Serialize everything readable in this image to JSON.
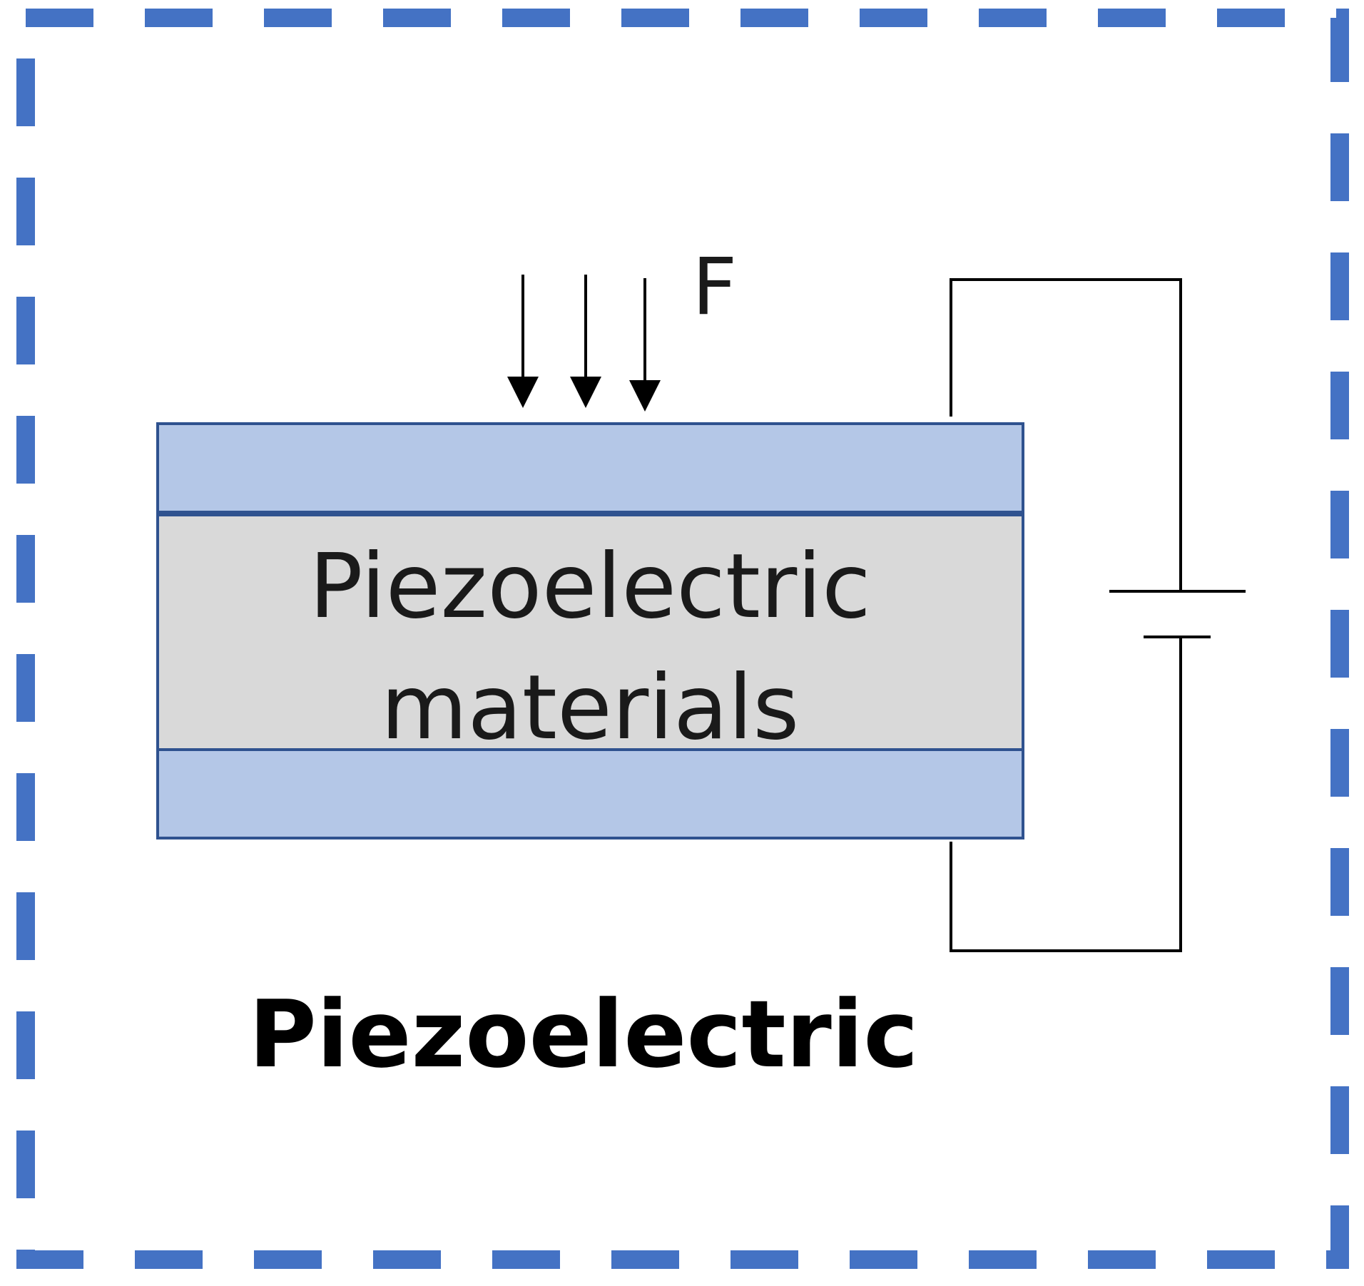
{
  "diagram": {
    "force_label": "F",
    "material_line_1": "Piezoelectric",
    "material_line_2": "materials",
    "caption": "Piezoelectric"
  },
  "colors": {
    "frame_dash": "#4472c4",
    "electrode_fill": "#b4c7e7",
    "electrode_stroke": "#2f528f",
    "material_fill": "#d9d9d9",
    "wire": "#000000"
  }
}
